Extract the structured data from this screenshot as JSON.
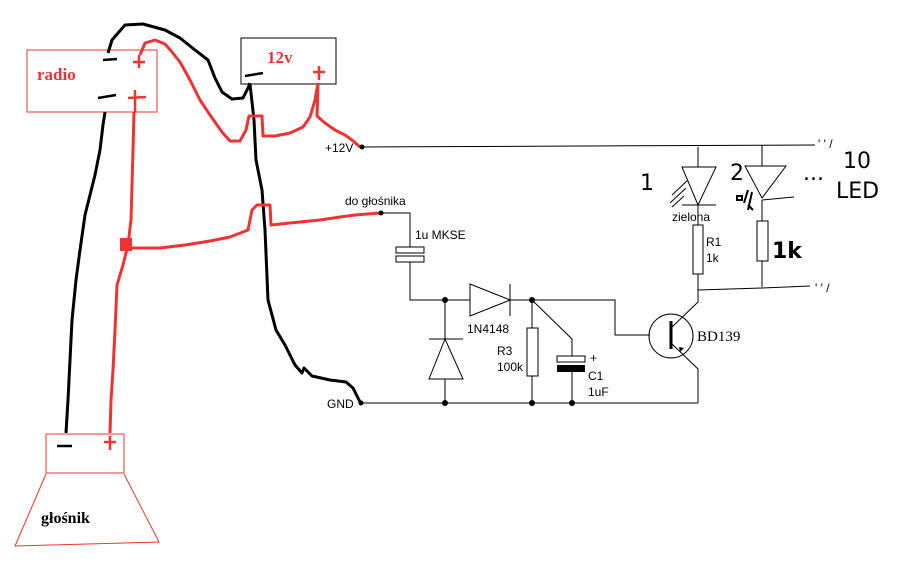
{
  "diagram": {
    "title": "LED audio level indicator wiring",
    "colors": {
      "hand_wire_red": "#ee3333",
      "hand_wire_black": "#000000",
      "schematic_line": "#000000",
      "background": "#ffffff"
    },
    "blocks": {
      "radio": {
        "label": "radio",
        "minus": "−",
        "plus": "+"
      },
      "supply": {
        "label": "12v",
        "minus": "−",
        "plus": "+"
      },
      "speaker": {
        "label": "głośnik",
        "minus": "−",
        "plus": "+"
      }
    },
    "nets": {
      "vcc": "+12V",
      "speaker_in": "do głośnika",
      "gnd": "GND"
    },
    "components": {
      "coupling_cap": {
        "label": "1u MKSE"
      },
      "diode": {
        "label": "1N4148"
      },
      "r3": {
        "name": "R3",
        "value": "100k"
      },
      "c1": {
        "name": "C1",
        "value": "1uF",
        "polarity": "+"
      },
      "transistor": {
        "label": "BD139"
      },
      "led1": {
        "index": "1",
        "color_label": "zielona"
      },
      "r1": {
        "name": "R1",
        "value": "1k"
      },
      "led2": {
        "index": "2"
      },
      "r2": {
        "value": "1k"
      },
      "led_count_note": {
        "dots": "...",
        "count": "10",
        "word": "LED"
      },
      "continuation_marks": "' ' /"
    }
  }
}
